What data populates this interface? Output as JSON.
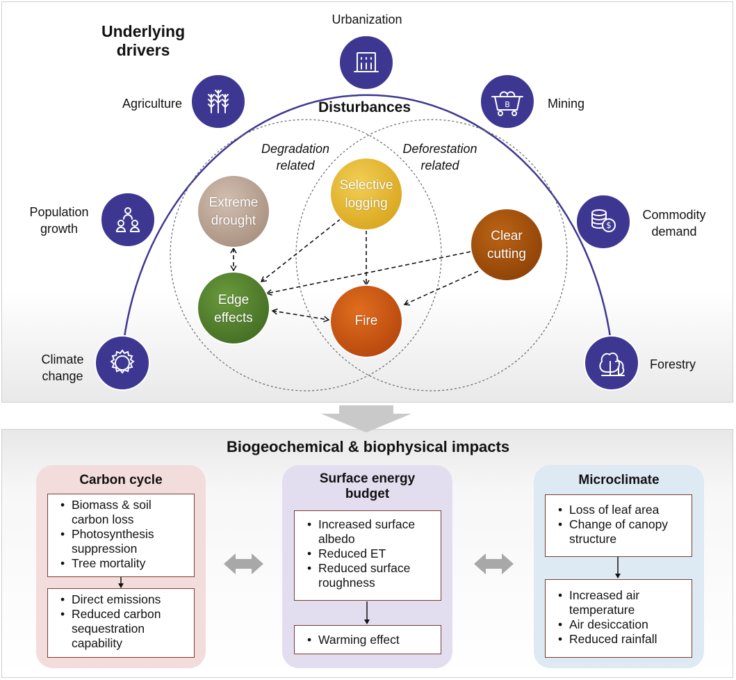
{
  "top": {
    "drivers_heading": [
      "Underlying",
      "drivers"
    ],
    "disturbances_heading": "Disturbances",
    "drivers": {
      "urbanization": {
        "label": "Urbanization",
        "icon": "building-icon"
      },
      "agriculture": {
        "label": "Agriculture",
        "icon": "wheat-icon"
      },
      "mining": {
        "label": "Mining",
        "icon": "mine-cart-icon"
      },
      "population": {
        "label": [
          "Population",
          "growth"
        ],
        "icon": "people-icon"
      },
      "commodity": {
        "label": [
          "Commodity",
          "demand"
        ],
        "icon": "coins-icon"
      },
      "climate": {
        "label": [
          "Climate",
          "change"
        ],
        "icon": "sun-icon"
      },
      "forestry": {
        "label": "Forestry",
        "icon": "trees-icon"
      }
    },
    "sets": {
      "degradation": [
        "Degradation",
        "related"
      ],
      "deforestation": [
        "Deforestation",
        "related"
      ]
    },
    "disturbances": {
      "extreme_drought": [
        "Extreme",
        "drought"
      ],
      "selective_logging": [
        "Selective",
        "logging"
      ],
      "clear_cutting": [
        "Clear",
        "cutting"
      ],
      "edge_effects": [
        "Edge",
        "effects"
      ],
      "fire": "Fire"
    }
  },
  "impacts": {
    "title": "Biogeochemical & biophysical impacts",
    "carbon": {
      "title": "Carbon cycle",
      "box1": [
        "Biomass & soil",
        "carbon loss",
        "Photosynthesis",
        "suppression",
        "Tree mortality"
      ],
      "box2": [
        "Direct emissions",
        "Reduced carbon",
        "sequestration",
        "capability"
      ]
    },
    "energy": {
      "title": [
        "Surface energy",
        "budget"
      ],
      "box1": [
        "Increased surface",
        "albedo",
        "Reduced ET",
        "Reduced surface",
        "roughness"
      ],
      "box2": [
        "Warming effect"
      ]
    },
    "micro": {
      "title": "Microclimate",
      "box1": [
        "Loss of leaf area",
        "Change of canopy",
        "structure"
      ],
      "box2": [
        "Increased air",
        "temperature",
        "Air desiccation",
        "Reduced rainfall"
      ]
    }
  },
  "colors": {
    "driver": "#3d3792",
    "extreme_drought": "#b49b8c",
    "selective_logging": "#e4b32b",
    "clear_cutting": "#a04e0b",
    "edge_effects": "#4f7e2c",
    "fire": "#c95614",
    "carbon_card": "#f3dcdc",
    "energy_card": "#e2def0",
    "micro_card": "#dde9f3"
  }
}
